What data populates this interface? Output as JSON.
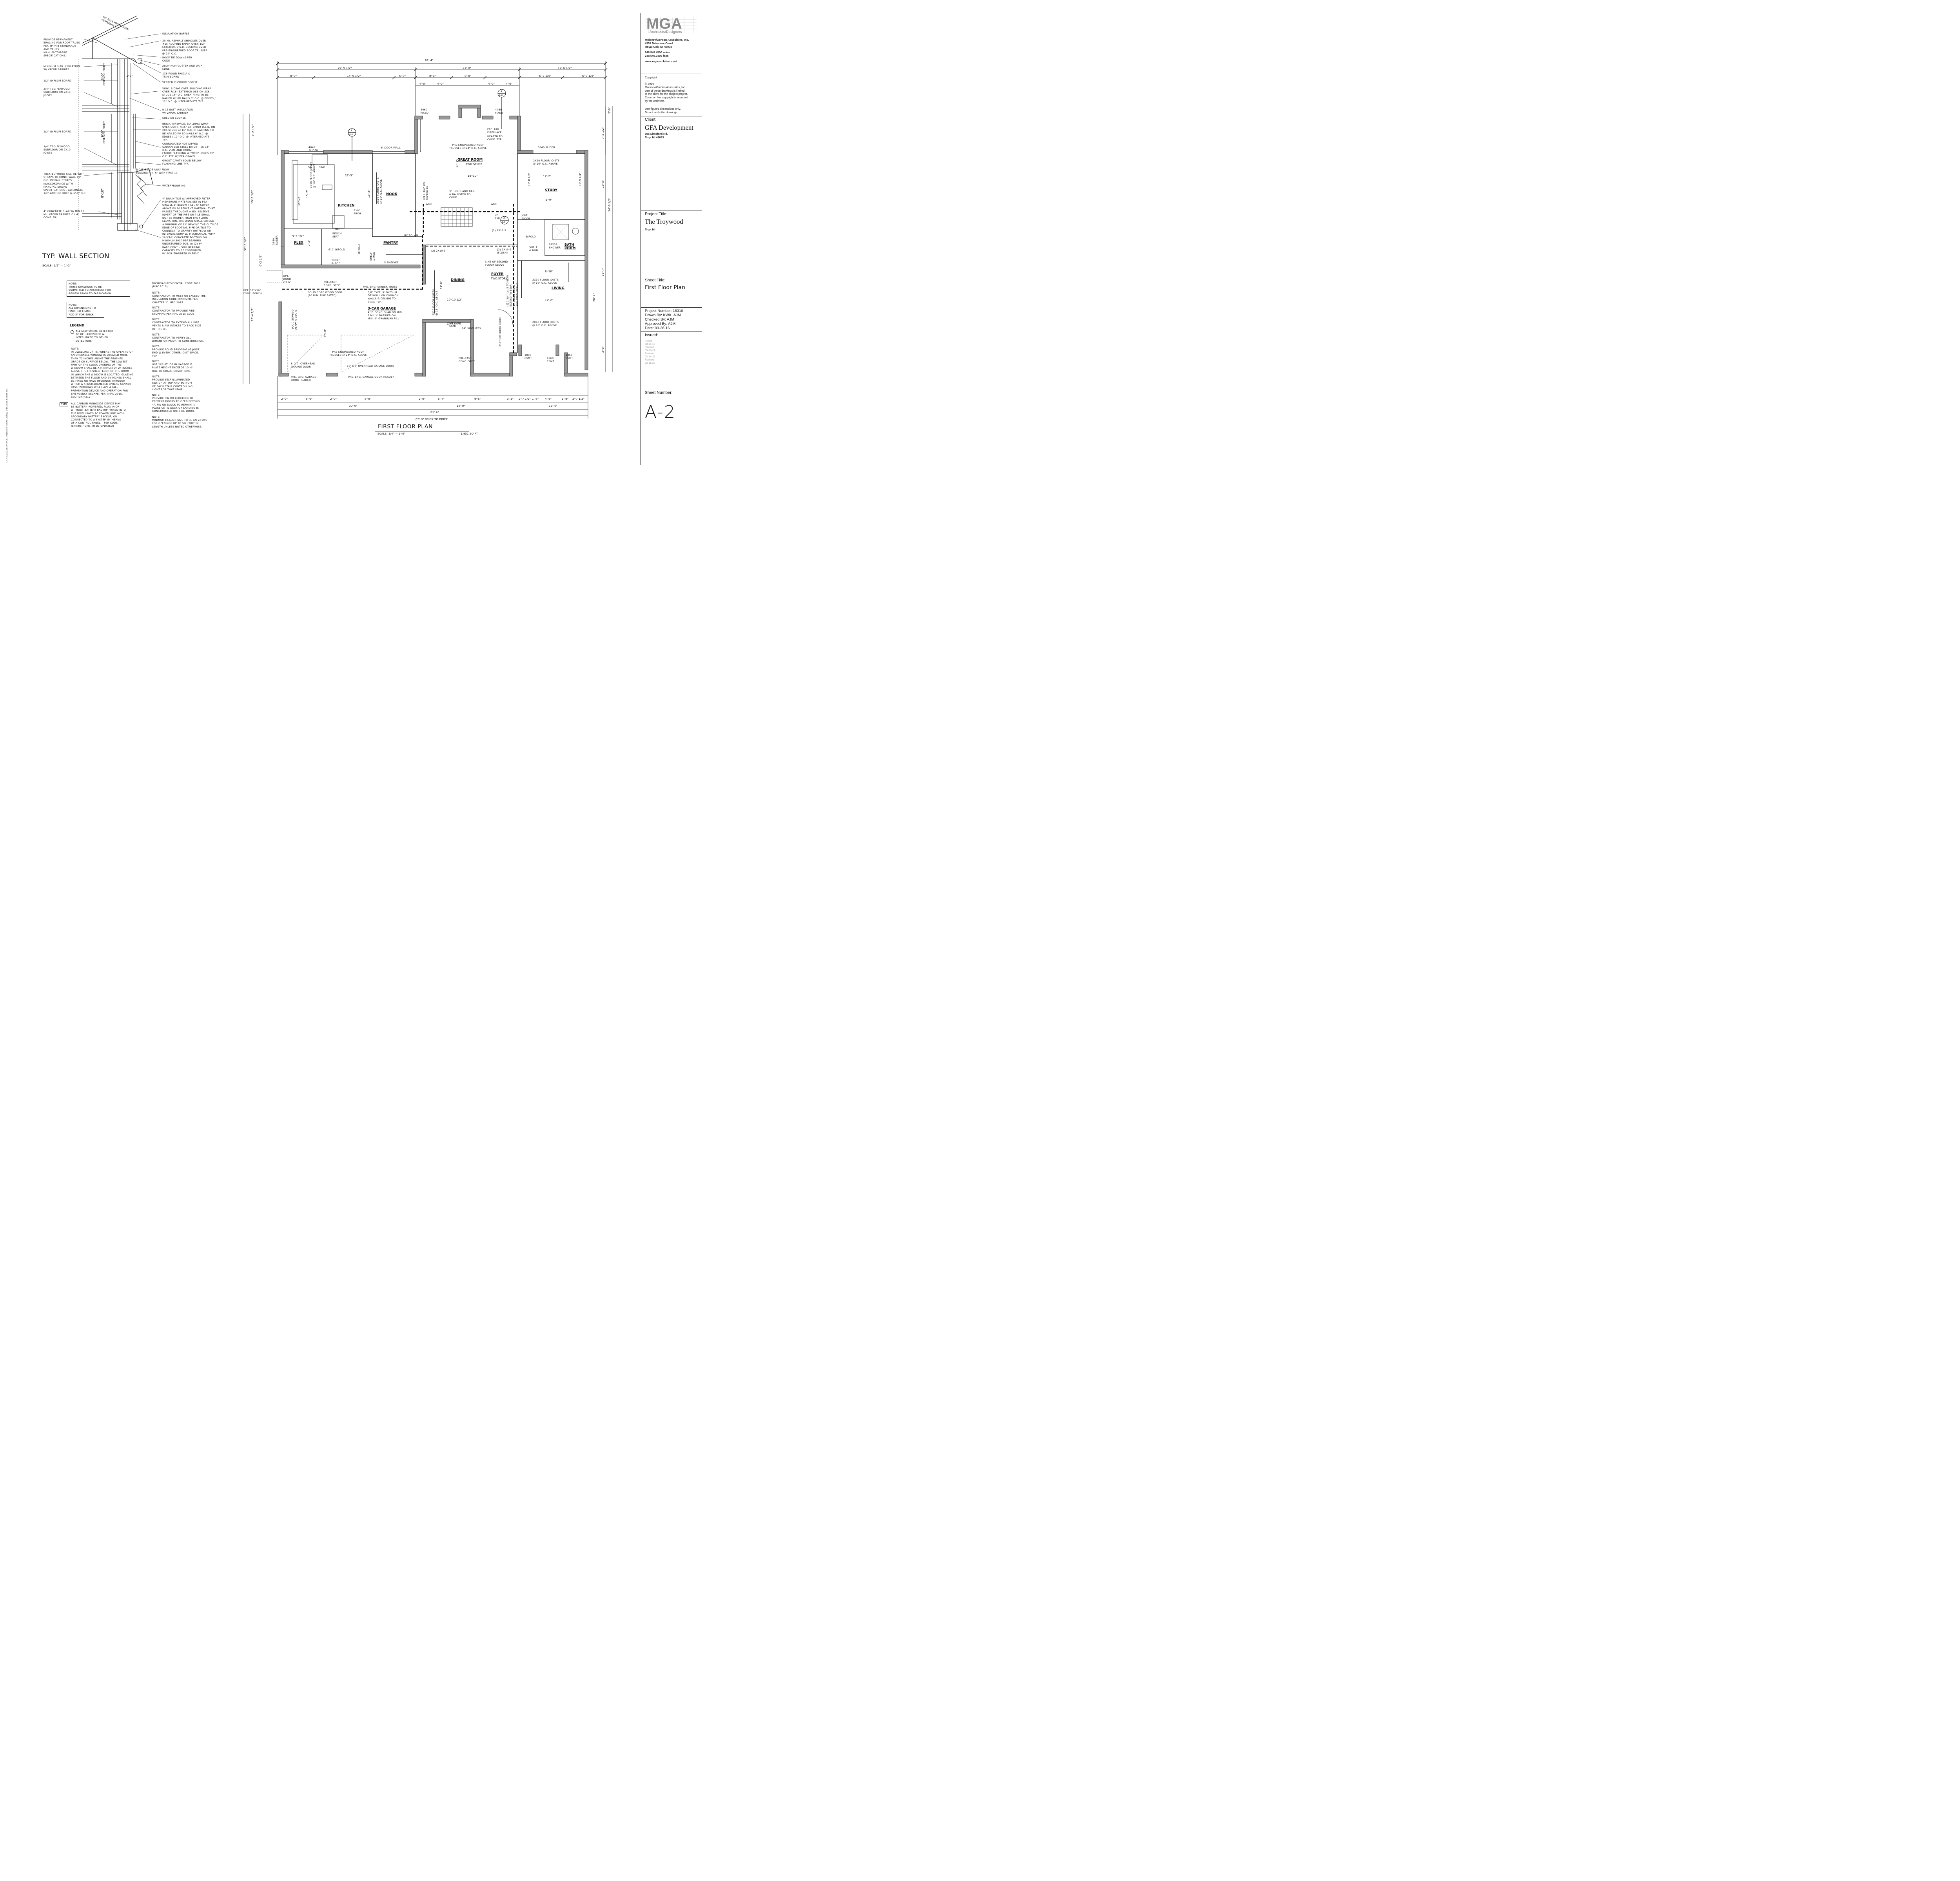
{
  "wall_section": {
    "left_labels": [
      {
        "text": "PROVIDE PERMANENT\nBRACING FOR ROOF TRUSS\nPER TPI/HIB STANDARDS\nAND TRUSS\nMANUFACTURERE\nSPECIFICATIONS."
      },
      {
        "text": "MINIMUM R-30 INSULATION\nW/ VAPOR BARRIER"
      },
      {
        "text": "1/2\" GYPSUM BOARD"
      },
      {
        "text": "3/4\" T&G PLYWOOD\nSUBFLOOR ON 2X10\nJOISTS"
      },
      {
        "text": "1/2\" GYPSUM BOARD"
      },
      {
        "text": "3/4\" T&G PLYWOOD\nSUBFLOOR ON 2X10\nJOISTS"
      },
      {
        "text": "TREATED WOOD SILL TIE WITH\nSTRAPS TO CONC. WALL 42\"\nO.C. INSTALL STRAPS\nINACCORDANCE WITH\nMANUFACTURERS\nSPECIFICATIONS - ALTERNATE\n1/2\" ANCHOR BOLT @ 6'-0\" O.C."
      },
      {
        "text": "4\" CONCRETE SLAB W/ MIN 10\nMIL VAPOR BARRIER ON 4\"\nCOMP. FILL"
      }
    ],
    "right_labels": [
      {
        "text": "INSULATION BAFFLE"
      },
      {
        "text": "30 YR. ASPHALT SHINGLES OVER\n#15 ROOFING PAPER OVER 1/2\"\nEXTERIOR O.S.B. DECKING OVER\nPRE-ENGINEERED ROOF TRUSSES\n@ 24\" O.C."
      },
      {
        "text": "ROOF TIE DOWNS PER\nCODE"
      },
      {
        "text": "ALUMINUM GUTTER AND DRIP\nEDGE"
      },
      {
        "text": "1X6 WOOD FASCIA &\nTRIM BOARD"
      },
      {
        "text": "VENTED PLYWOOD SOFFIT"
      },
      {
        "text": "VINYL SIDING OVER BUILDING WRAP\nOVER 7/16\" EXTERIOR OSB ON 2X6\nSTUDS 16\" O.C. SHEATHING TO BE\nNAILED W/ 6D NAILS 6\" O.C. @ EDGES /\n12\" O.C. @ INTERMEDIATE TYP."
      },
      {
        "text": "R-13 BATT INSULATION\nW/ VAPOR BARRIER"
      },
      {
        "text": "SOLDIER COURSE"
      },
      {
        "text": "BRICK, AIRSPACE, BUILDING WRAP\nOVER CONT. 7/16\" EXTERIOR O.S.B. ON\n2X6 STUDS @ 16\" O.C. SHEATHING TO\nBE NAILED W/ 6D NAILS 6\" O.C. @\nEDGES / 12\" O.C. @ INTERMEDIATE\nTYP."
      },
      {
        "text": "CORRUGATED HOT DIPPED\nGALVANIZED STEEL BRICK TIES 32\"\nO.C. VERT AND HORIZ"
      },
      {
        "text": "FABRIC FLASHING W/ WEEP HOLES 32\"\nO.C. TYP. W/ PEA GRAVEL"
      },
      {
        "text": "GROUT CAVITY SOLID BELOW\nFLASHING LINE TYP."
      },
      {
        "text": "WATERPROOFING"
      },
      {
        "text": "4\" DRAIN TILE W/ APPROVED FILTER\nMEMBRANE MATERIAL SET IN PEA\nGRAVEL 2\" BELOW TILE / 6\" COVER\nABOVE W/ 10 PERCENT MATERIAL THAT\nPASSES THROUGHT A NO. 4SLEEVE.\nINVERT OF THE PIPE OR TILE SHALL\nNOT BE HIGHER THAN THE FLOOR\nELEVATION. THE DRAIN SHALL EXTEND\nA MINIMUM OF 12\" BEYOND THE OUTSIDE\nEDGE OF FOOTING. PIPE OR TILE TO\nCONNECT TO GRAVITY OUTFLOW OR\nINTERNAL SUMP W/ MECHANICAL PUMP."
      },
      {
        "text": "20\"X10\" CONCRETE FOOTING ON\nMINIMUM 3000 PSF BEARING\nUNDISTURBED SOIL W/ (2) #4\nBARS CONT. - SOIL BEARING\nCAPACITY TO BE CONFIRMED\nBY SOIL ENGINEER IN FIELD"
      }
    ],
    "inline_labels": {
      "eave": "60\" EAVE PROTECTION\nMEMBRANE TYP.",
      "ceiling_height_1": "CEILING HEIGHT",
      "height_1": "8'-0\"",
      "ceiling_height_2": "CEILING HEIGHT",
      "height_2": "9'-0\"",
      "height_3": "8'-10\"",
      "overhang": "1'-0\"",
      "slope_grade": "SLOPE GRADE AWAY FROM\nBUILDING MIN. 6\" WITH FIRST 10'"
    },
    "title": "TYP. WALL SECTION",
    "scale": "SCALE: 1/2\" = 1'-0\""
  },
  "notes_boxes": [
    {
      "text": "NOTE:\nTRUSS DRAWINGS TO BE\nSUBMITTED TO ARCHITECT FOR\nREVIEW PRIOR TO FABRICATION."
    },
    {
      "text": "NOTE:\nALL DIMENSIONS TO\nFINISHED FRAME\nADD 5\" FOR BRICK."
    }
  ],
  "legend": {
    "title": "LEGEND",
    "smoke": "ALL NEW SMOKE DETECTOR\nTO BE HARDWIRED &\nINTERLINKED TO OTHER\nDETECTORS",
    "window_note": "NOTE:\nIN DWELLING UNITS, WHERE THE OPENING OF\nAN OPERABLE WINDOW IS LOCATED MORE\nTHAN 72 INCHES ABOVE THE FINISHED\nGRADE OR SURFACE BELOW, THE LOWEST\nPART OF THE CLEAR OPENING OF THE\nWINDOW SHALL BE A MINIMUM OF 24 INCHES\nABOVE THE FINISHED FLOOR OF THE ROOM\nIN WHICH THE WINDOW IS LOCATED. GLAZING\nBETWEEN THE FLOOR AND 24 INCHES SHALL\nBE FIXED OR HAVE OPENINGS THROUGH\nWHICH A 4-INCH-DIAMETER SPHERE CANNOT\nPASS. WINDOWS WILL HAVE A FALL\nPREVENTION DEVICE AND OPERATION FOR\nEMERGENCY ESCAPE. PER. (MRC 2015,\nSECTION R312)",
    "cmd_tag": "CMD",
    "cmd_note": "ALL CARBON MONOXIDE DEVICE MAY\nBE BATTERY- POWERED, PLUG-IN OR\nWITHOUT BATTERY BACKUP, WIRED INTO\nTHE DWELLING'S AC POWER LINE WITH\nSECONDARY BATTERY BACKUP, OR\nCONNECTED TO A SYSTEM BY MEANS\nOF A CONTROL PANEL.   PER CODE.\n(ENTIRE HOME TO BE UPDATED)"
  },
  "general_notes": {
    "code": "MICHIGAN RESIDENTIAL CODE 2015\n(MRC 2015)",
    "notes": [
      "NOTE:\nCONTRACTOR TO MEET OR EXCEED THE\nINSULATION CODE MINIMUMS PER\nCHAPTER 11 MRC 2015",
      "NOTE:\nCONTRACTOR TO PROVIDE FIRE\nSTOPPING PER MRC 2015 CODE",
      "NOTE:\nCONTRACTOR TO EXTEND ALL PIPE\nVENTS & AIR INTAKES TO BACK SIDE\nOF HOUSE.",
      "NOTE:\nCONTRACTOR TO VERIFY ALL\nDIMENSION PRIOR TO CONSTRUCTION.",
      "NOTE:\nPROVIDE SOLID BRIDGING AT JOIST\nEND @ EVERY OTHER JOIST SPACE.\nTYP.",
      "NOTE:\nUSE 2X6 STUDS IN GARAGE IF\nPLATE HEIGHT EXCEEDS 10'-0\"\nDUE TO GRADE CONDITIONS.",
      "NOTE:\nPROVIDE SELF-ILLUMINATED\nSWITCH AT TOP AND BOTTOM\nOF EACH STAIR CONTROLLING\nLIGHT FOR THAT STAIR",
      "NOTE:\nPROVIDE PIN OR BLOCKING TO\nPREVENT DOORS TO OPEN BEYOND\n4\". PIN OR BLOCK TO REMAIN IN\nPLACE UNTIL DECK OR LANDING IS\nCONSTRUCTED OUTSIDE DOOR.",
      "NOTE:\nMINIMUM HEADER SIZE TO BE (2) 2X10'S\nFOR OPENINGS UP TO SIX FOOT IN\nLENGTH UNLESS NOTED OTHERWISE."
    ]
  },
  "plan": {
    "title": "FIRST FLOOR PLAN",
    "scale": "SCALE: 1/4\" = 1'-0\"",
    "area": "1,951 SQ FT",
    "dims_top": {
      "overall": "61'-4\"",
      "row2": [
        "27'-9 1/2\"",
        "21'-0\"",
        "12'-6 1/2\""
      ],
      "row3": [
        "8'-0\"",
        "14'-9 1/2\"",
        "5'-0\"",
        "8'-0\"",
        "8'-0\"",
        "6'-3 1/4\"",
        "6'-3 1/4\""
      ],
      "row4": [
        "4'-0\"",
        "4'-0\"",
        "4'-0\"",
        "4'-0\""
      ]
    },
    "dims_bottom": {
      "row1": [
        "2'-0\"",
        "8'-0\"",
        "2'-0\"",
        "8'-0\"",
        "2'-0\"",
        "5'-4\"",
        "9'-5\"",
        "3'-3\"",
        "2'-7 1/2\"",
        "1'-8\"",
        "4'-9\"",
        "1'-8\"",
        "2'-7 1/2\""
      ],
      "row2": [
        "30'-0\"",
        "18'-0\"",
        "13'-4\""
      ],
      "row3": "61'-4\"",
      "row4": "62'-0\" BRICK TO BRICK"
    },
    "dims_left": [
      "7'-2 1/2\"",
      "19'-8 1/2\"",
      "52'-3 1/2\"",
      "6'-2 1/2\"",
      "25'-4 1/2\""
    ],
    "dims_right": [
      "2'-0\"",
      "7'-2 1/2\"",
      "19'-5\"",
      "54'-3 1/2\"",
      "39'-7\"",
      "20'-2\"",
      "2'-0\""
    ],
    "rooms": {
      "great_room": "GREAT ROOM",
      "great_room_sub": "TWO STORY",
      "great_room_dim": "19'-10\"",
      "great_room_dim2": "17'-1\"",
      "kitchen": "KITCHEN",
      "kitchen_dim": "27'-5\"",
      "kitchen_dim2": "15'-2\"",
      "kitchen_dim3": "15'-2\"",
      "nook": "NOOK",
      "study": "STUDY",
      "study_dim1": "12'-2\"",
      "study_dim2": "9'-0\"",
      "study_dim3": "10'-8 1/2\"",
      "study_dim4": "13'-9 1/4\"",
      "flex": "FLEX",
      "flex_dim": "9'-2 1/2\"",
      "flex_dim2": "7'-2\"",
      "pantry": "PANTRY",
      "dining": "DINING",
      "dining_dim": "10'-10 1/2\"",
      "dining_dim2": "14'-0\"",
      "foyer": "FOYER",
      "foyer_sub": "TWO STORY",
      "living": "LIVING",
      "living_dim": "12'-2\"",
      "living_dim2": "8'-10\"",
      "bath": "BATH\nROOM",
      "garage": "3-CAR GARAGE",
      "garage_sub": "4\" P. CONC. SLAB ON MIN.\n6 MIL V. BARRIER ON\nMIN. 4\" GRANULAR FILL",
      "garage_dim": "20'-8\""
    },
    "annotations": {
      "slider_4848": "4848\nSLIDER",
      "slider_5040": "5040 SLIDER",
      "fixed_4060_l": "4060\nFIXED",
      "fixed_4060_r": "4060\nFIXED",
      "door_wall": "6' DOOR WALL",
      "fireplace": "PRE. FAB.\nFIREPLACE",
      "hearth": "HEARTH TO\nCODE. TYP.",
      "roof_trusses": "PRE-ENGINEERED ROOF\nTRUSSES @ 24\" O.C. ABOVE",
      "joists_study": "2X10 FLOOR JOISTS\n@ 16\" O.C. ABOVE",
      "joists_living_1": "2X10 FLOOR JOISTS\n@ 16\" O.C. ABOVE",
      "joists_living_2": "2X10 FLOOR JOISTS\n@ 16\" O.C. ABOVE",
      "joists_kitchen": "2X10 FLOOR JOISTS\n@ 16\" O.C. ABOVE",
      "joists_nook": "2X10 FLOOR JOISTS\n@ 16\" O.C. ABOVE",
      "joists_dining": "2X10 FLOOR JOISTS\n@ 16\" O.C. ABOVE",
      "hand_rail": "3' HIGH HAND RAIL\n& BALUSTER TO\nCODE.",
      "arch_a": "ARCH",
      "arch_b": "ARCH",
      "arch_kitchen": "3'-0\"\nARCH",
      "dw": "DW",
      "sink": "SINK",
      "stove": "STOVE",
      "ref": "REF",
      "bench_seat": "BENCH\nSEAT",
      "shelf_rod_1": "SHELF\n& ROD",
      "shelf_rod_2": "SHELF\n& ROD",
      "bifold_1": "6' 2' BIFOLD",
      "bifold_2": "BIFOLD",
      "bifold_3": "BIFOLD",
      "five_shelves": "5 SHELVES",
      "microlam_1": "(2) 1 3/4\" LVL\nMICROLAM",
      "microlam_2": "MICROLAM",
      "header_2x10_1": "(2) 2x10's",
      "header_2x10_2": "(2) 2x10's",
      "header_2x10_3": "(2) 2x10's",
      "header_2x10_flush": "(2) 2x10's\n(FLUSH)",
      "second_floor": "LINE OF SECOND\nFLOOR ABOVE",
      "opt_door_1": "OPT.\nDOOR\n2'x 6'",
      "opt_door_2": "OPT\nDOOR",
      "opt_porch": "OPT. 36\"x36\"\nCONC. PORCH",
      "slider_3680": "3680\nSLIDER",
      "precast_1": "PRE-CAST\nCONC. STEP",
      "precast_2": "PRE-CAST\nCONC. STEP",
      "girder_truss": "PRE. ENG. GIRDER TRUSS",
      "solid_door": "SOLID CORE WOOD DOOR\n(20 MIN. FIRE RATED)",
      "gypsum": "5/8\" TYPE 'X' GYPSUM\nDRYWALL ON COMMON\nWALLS & CEILING TO\nCODE TYP.",
      "slope_slab": "SLOPE SLAB TO\nGARAGE DOOR",
      "garage_door_8": "8' X 7' OVERHEAD\nGARAGE DOOR",
      "garage_door_16": "16' X 7' OVERHEAD GARAGE DOOR",
      "garage_trusses": "PRE-ENGINEERED ROOF\nTRUSSES @ 24\" O.C. ABOVE",
      "garage_header_1": "PRE. ENG. GARAGE\nDOOR HEADER",
      "garage_header_2": "PRE. ENG. GARAGE DOOR HEADER",
      "sidelites": "14\" SIDELITES",
      "exterior_door": "3'-0\" EXTERIOR DOOR",
      "lvl_note": "(2) 1 3/4\" LVL'S TO BEAR\nEXTEND TO BEAR\nON STEEL BEAMS\nAND STEEL BEAMS",
      "shower": "36x36\nSHOWER",
      "shelf_rod_bath": "SHELF\n& ROD",
      "csmt_3060": "(2) 3060\nCSMT",
      "csmt_1860_l": "1860\nCSMT",
      "csmt_4060": "4060\nCSMT",
      "csmt_1860_r": "1860\nCSMT",
      "stair_up": "UP\n15R",
      "sec_2": "2",
      "sec_a": "A-6",
      "sec_3": "3",
      "sec_a2": "A-6",
      "sec_1": "1",
      "sec_a3": "A-6"
    }
  },
  "title_block": {
    "logo": "MGA",
    "logo_sub": "Architects/Designers",
    "firm": "Moiseev/Gordon Associates, Inc.",
    "address1": "4351 Delemere Court",
    "address2": "Royal Oak, MI 48073",
    "voice": "248.549.4500 voice",
    "fax": "248.549.7300 facs.",
    "web": "www.mga-architects.net",
    "copyright_label": "Copyright",
    "copyright_text": "© 2016\nMoiseev/Gordon Associates, Inc.\nUse of these drawings is limited\nto the client for the subject project.\nCommon law copyright is reserved\nby the Architect.",
    "figured": "Use figured dimensions only.\nDo not scale the drawings.",
    "client_label": "Client:",
    "client_name": "GFA Development",
    "client_addr": "985 Elmsford Rd.\nTroy, MI 48083",
    "project_label": "Project Title:",
    "project_name": "The Troywood",
    "project_city": "Troy, MI",
    "sheet_title_label": "Sheet Title:",
    "sheet_title": "First Floor Plan",
    "project_number": "Project Number: 16310",
    "drawn_by": "Drawn By: KWK, AJM",
    "checked_by": "Checked By: AJM",
    "approved_by": "Approved By: AJM",
    "date": "Date: 03-28-16",
    "issued_label": "Issued:",
    "issued_lines": "Permit\n03-31-16\nRevised\n05-13-21\nRevised\n02-14-22\nRevised\n02-18-22",
    "sheet_number_label": "Sheet Number:",
    "sheet_number": "A-2"
  },
  "file_path": "C:\\AAAA DRAWINGS\\Troywood 16310A2.dwg, 2/18/2022 2:14:38 PM"
}
